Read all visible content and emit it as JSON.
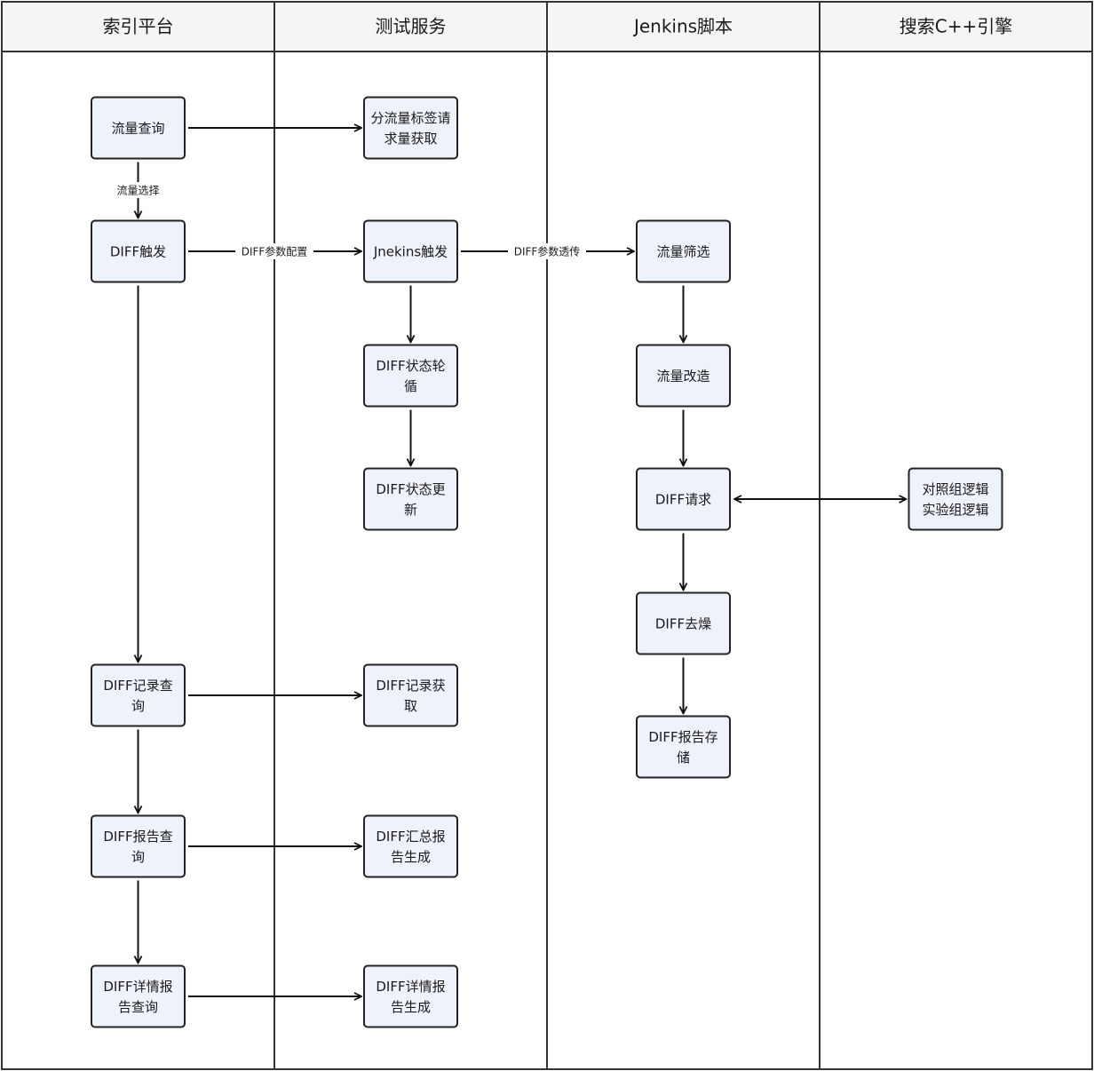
{
  "lanes": [
    {
      "id": "index",
      "title": "索引平台"
    },
    {
      "id": "test",
      "title": "测试服务"
    },
    {
      "id": "jenkins",
      "title": "Jenkins脚本"
    },
    {
      "id": "engine",
      "title": "搜索C++引擎"
    }
  ],
  "nodes": [
    {
      "id": "traffic-query",
      "lane": "index",
      "lines": [
        "流量查询"
      ]
    },
    {
      "id": "diff-trigger",
      "lane": "index",
      "lines": [
        "DIFF触发"
      ]
    },
    {
      "id": "diff-record-query",
      "lane": "index",
      "lines": [
        "DIFF记录查",
        "询"
      ]
    },
    {
      "id": "diff-report-query",
      "lane": "index",
      "lines": [
        "DIFF报告查",
        "询"
      ]
    },
    {
      "id": "diff-detail-report-query",
      "lane": "index",
      "lines": [
        "DIFF详情报",
        "告查询"
      ]
    },
    {
      "id": "split-traffic-label",
      "lane": "test",
      "lines": [
        "分流量标签请",
        "求量获取"
      ]
    },
    {
      "id": "jnekins-trigger",
      "lane": "test",
      "lines": [
        "Jnekins触发"
      ]
    },
    {
      "id": "diff-status-poll",
      "lane": "test",
      "lines": [
        "DIFF状态轮",
        "循"
      ]
    },
    {
      "id": "diff-status-update",
      "lane": "test",
      "lines": [
        "DIFF状态更",
        "新"
      ]
    },
    {
      "id": "diff-record-fetch",
      "lane": "test",
      "lines": [
        "DIFF记录获",
        "取"
      ]
    },
    {
      "id": "diff-summary-report",
      "lane": "test",
      "lines": [
        "DIFF汇总报",
        "告生成"
      ]
    },
    {
      "id": "diff-detail-report",
      "lane": "test",
      "lines": [
        "DIFF详情报",
        "告生成"
      ]
    },
    {
      "id": "traffic-filter",
      "lane": "jenkins",
      "lines": [
        "流量筛选"
      ]
    },
    {
      "id": "traffic-rewrite",
      "lane": "jenkins",
      "lines": [
        "流量改造"
      ]
    },
    {
      "id": "diff-request",
      "lane": "jenkins",
      "lines": [
        "DIFF请求"
      ]
    },
    {
      "id": "diff-denoise",
      "lane": "jenkins",
      "lines": [
        "DIFF去燥"
      ]
    },
    {
      "id": "diff-report-store",
      "lane": "jenkins",
      "lines": [
        "DIFF报告存",
        "储"
      ]
    },
    {
      "id": "control-experiment-logic",
      "lane": "engine",
      "lines": [
        "对照组逻辑",
        "实验组逻辑"
      ]
    }
  ],
  "edges": [
    {
      "from": "traffic-query",
      "to": "split-traffic-label",
      "label": ""
    },
    {
      "from": "traffic-query",
      "to": "diff-trigger",
      "label": "流量选择"
    },
    {
      "from": "diff-trigger",
      "to": "jnekins-trigger",
      "label": "DIFF参数配置"
    },
    {
      "from": "jnekins-trigger",
      "to": "traffic-filter",
      "label": "DIFF参数透传"
    },
    {
      "from": "jnekins-trigger",
      "to": "diff-status-poll",
      "label": ""
    },
    {
      "from": "diff-status-poll",
      "to": "diff-status-update",
      "label": ""
    },
    {
      "from": "traffic-filter",
      "to": "traffic-rewrite",
      "label": ""
    },
    {
      "from": "traffic-rewrite",
      "to": "diff-request",
      "label": ""
    },
    {
      "from": "diff-request",
      "to": "control-experiment-logic",
      "label": "",
      "bidirectional": true
    },
    {
      "from": "diff-request",
      "to": "diff-denoise",
      "label": ""
    },
    {
      "from": "diff-denoise",
      "to": "diff-report-store",
      "label": ""
    },
    {
      "from": "diff-trigger",
      "to": "diff-record-query",
      "label": ""
    },
    {
      "from": "diff-record-query",
      "to": "diff-record-fetch",
      "label": ""
    },
    {
      "from": "diff-record-query",
      "to": "diff-report-query",
      "label": ""
    },
    {
      "from": "diff-report-query",
      "to": "diff-summary-report",
      "label": ""
    },
    {
      "from": "diff-report-query",
      "to": "diff-detail-report-query",
      "label": ""
    },
    {
      "from": "diff-detail-report-query",
      "to": "diff-detail-report",
      "label": ""
    }
  ]
}
